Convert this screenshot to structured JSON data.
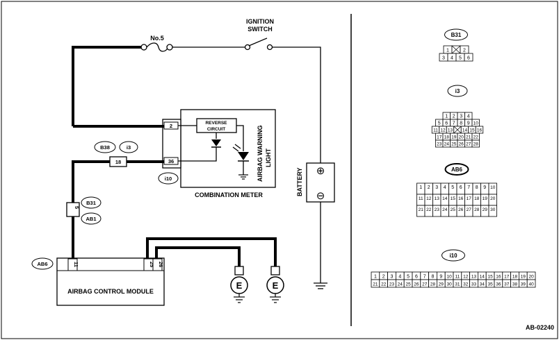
{
  "labels": {
    "fuse": "No.5",
    "ignition_switch_line1": "IGNITION",
    "ignition_switch_line2": "SWITCH",
    "reverse_circuit_line1": "REVERSE",
    "reverse_circuit_line2": "CIRCUIT",
    "warning_light_line1": "AIRBAG WARNING",
    "warning_light_line2": "LIGHT",
    "combination_meter": "COMBINATION METER",
    "battery": "BATTERY",
    "airbag_control_module": "AIRBAG CONTROL MODULE",
    "ground_symbol": "E",
    "figure_id": "AB-02240"
  },
  "terminals": {
    "meter_pin_top": "2",
    "meter_pin_bottom": "36",
    "joint_pin": "18",
    "b31_pin": "5",
    "module_pin_a": "11",
    "module_pin_b": "25",
    "module_pin_c": "26"
  },
  "connector_tags": {
    "b38": "B38",
    "i3": "i3",
    "i10": "i10",
    "b31": "B31",
    "ab1": "AB1",
    "ab6": "AB6"
  },
  "battery_symbols": {
    "plus": "⊕",
    "minus": "⊖"
  },
  "connector_views": {
    "b31": {
      "tag": "B31",
      "rows": [
        [
          "1",
          "",
          "2"
        ],
        [
          "3",
          "4",
          "5",
          "6"
        ]
      ]
    },
    "i3": {
      "tag": "i3",
      "rows": [
        [
          "1",
          "2",
          "3",
          "4"
        ],
        [
          "5",
          "6",
          "7",
          "8",
          "9",
          "10"
        ],
        [
          "11",
          "12",
          "13",
          "",
          "14",
          "15",
          "16"
        ],
        [
          "17",
          "18",
          "19",
          "20",
          "21",
          "22"
        ],
        [
          "23",
          "24",
          "25",
          "26",
          "27",
          "28"
        ]
      ]
    },
    "ab6": {
      "tag": "AB6",
      "rows": [
        [
          "1",
          "2",
          "3",
          "4",
          "5",
          "6",
          "7",
          "8",
          "9",
          "10"
        ],
        [
          "11",
          "12",
          "13",
          "14",
          "15",
          "16",
          "17",
          "18",
          "19",
          "20"
        ],
        [
          "21",
          "22",
          "23",
          "24",
          "25",
          "26",
          "27",
          "28",
          "29",
          "30"
        ]
      ]
    },
    "i10": {
      "tag": "i10",
      "rows": [
        [
          "1",
          "2",
          "3",
          "4",
          "5",
          "6",
          "7",
          "8",
          "9",
          "10",
          "11",
          "12",
          "13",
          "14",
          "15",
          "16",
          "17",
          "18",
          "19",
          "20"
        ],
        [
          "21",
          "22",
          "23",
          "24",
          "25",
          "26",
          "27",
          "28",
          "29",
          "30",
          "31",
          "32",
          "33",
          "34",
          "35",
          "36",
          "37",
          "38",
          "39",
          "40"
        ]
      ]
    }
  }
}
